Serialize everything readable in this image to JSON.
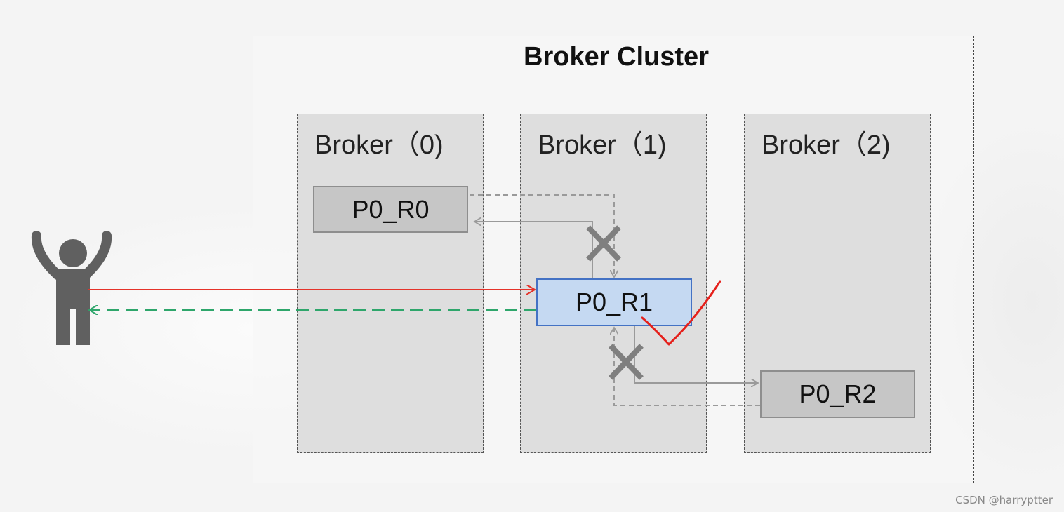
{
  "cluster": {
    "title": "Broker Cluster"
  },
  "brokers": [
    {
      "label": "Broker（0)"
    },
    {
      "label": "Broker（1)"
    },
    {
      "label": "Broker（2)"
    }
  ],
  "partitions": {
    "r0": "P0_R0",
    "r1": "P0_R1",
    "r2": "P0_R2"
  },
  "watermark": "CSDN @harryptter",
  "colors": {
    "request_arrow": "#e5332a",
    "response_arrow": "#2ea66b",
    "leader_fill": "#c5d9f2",
    "leader_border": "#4472c4",
    "follower_fill": "#c6c6c6",
    "replication_arrow": "#9a9a9a",
    "cross_mark": "#7f7f7f",
    "check_mark": "#e5201b",
    "person_icon": "#606060"
  },
  "icons": {
    "client": "person-arms-up-icon",
    "failed_sync": "cross-icon",
    "success": "checkmark-icon"
  }
}
